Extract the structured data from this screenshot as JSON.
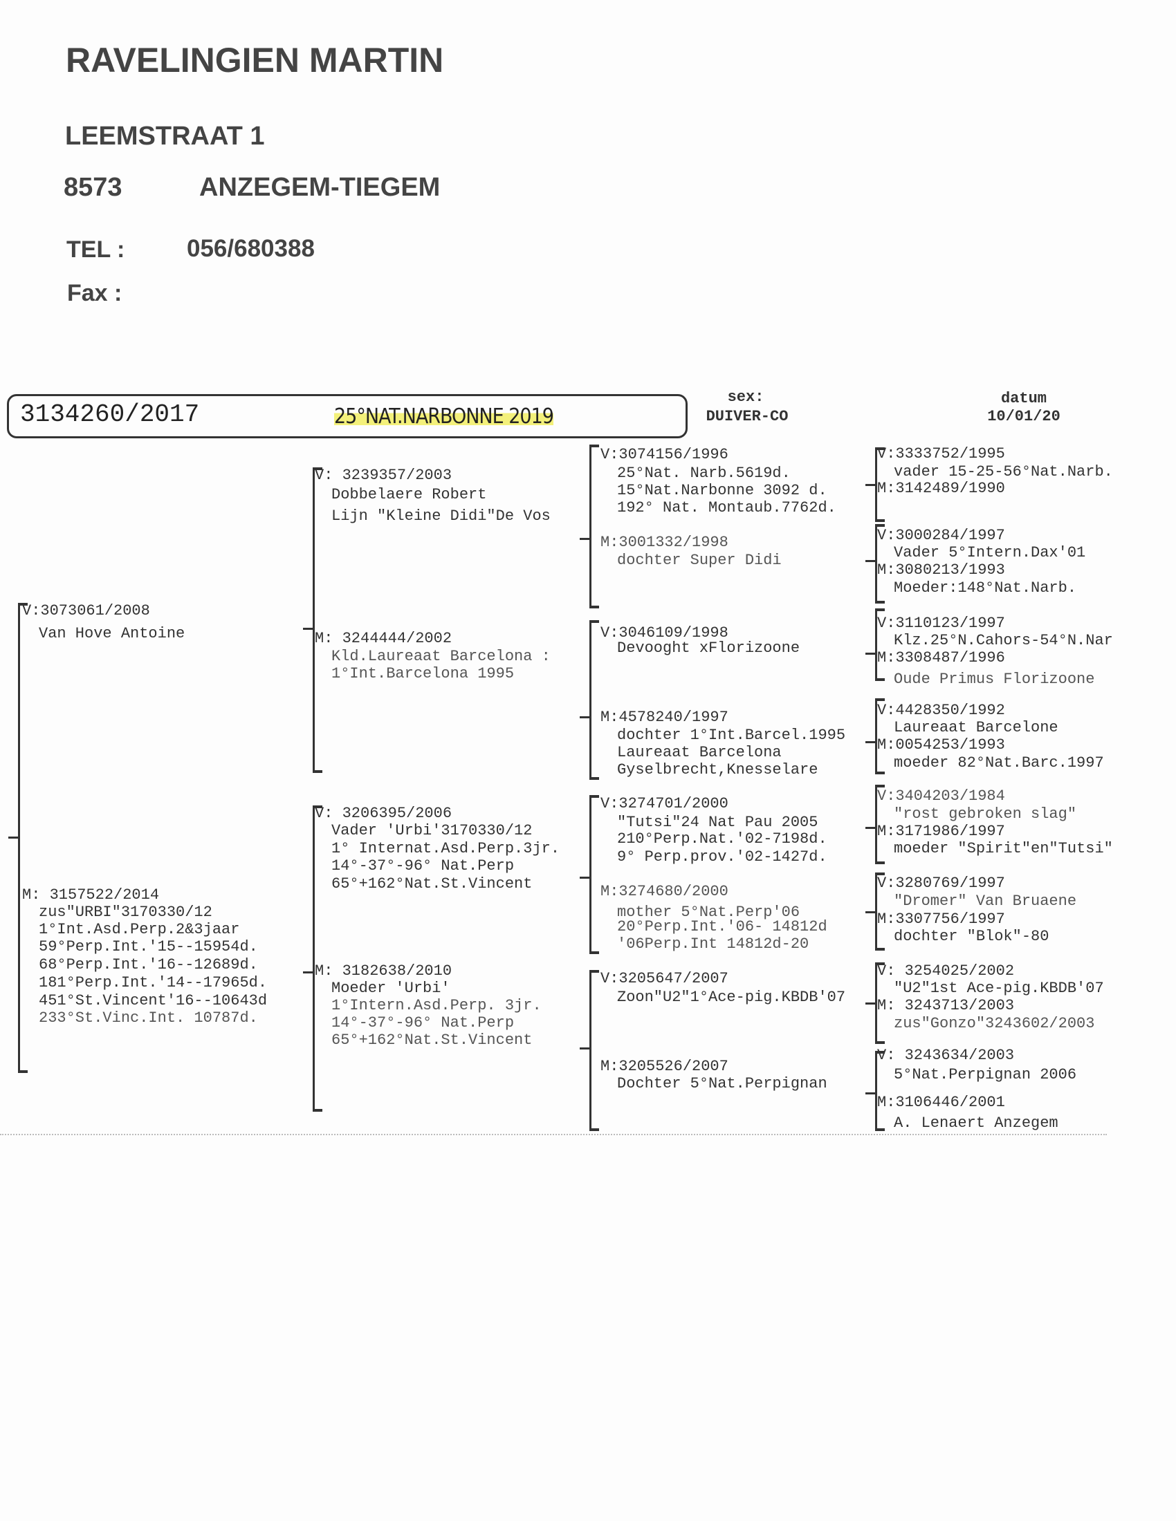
{
  "owner": {
    "name": "RAVELINGIEN MARTIN",
    "street": "LEEMSTRAAT 1",
    "postcode": "8573",
    "city": "ANZEGEM-TIEGEM",
    "tel_label": "TEL :",
    "tel": "056/680388",
    "fax_label": "Fax :"
  },
  "subject": {
    "ring": "3134260/2017",
    "note": "25°NAT.NARBONNE 2019",
    "sex_label": "sex:",
    "sex": "DUIVER-CO",
    "date_label": "datum",
    "date": "10/01/20"
  },
  "pedigree": {
    "c1v": [
      "V:3073061/2008",
      "Van Hove Antoine"
    ],
    "c1m": [
      "M: 3157522/2014",
      "zus\"URBI\"3170330/12",
      "1°Int.Asd.Perp.2&3jaar",
      "59°Perp.Int.'15--15954d.",
      "68°Perp.Int.'16--12689d.",
      "181°Perp.Int.'14--17965d.",
      "451°St.Vincent'16--10643d",
      "233°St.Vinc.Int. 10787d."
    ],
    "c2vv": [
      "V: 3239357/2003",
      "Dobbelaere Robert",
      "Lijn \"Kleine Didi\"De Vos"
    ],
    "c2vm": [
      "M: 3244444/2002",
      "Kld.Laureaat Barcelona :",
      "1°Int.Barcelona 1995"
    ],
    "c2mv": [
      "V: 3206395/2006",
      "Vader 'Urbi'3170330/12",
      "1° Internat.Asd.Perp.3jr.",
      "14°-37°-96° Nat.Perp",
      "65°+162°Nat.St.Vincent"
    ],
    "c2mm": [
      "M: 3182638/2010",
      "Moeder 'Urbi'",
      "1°Intern.Asd.Perp. 3jr.",
      "14°-37°-96° Nat.Perp",
      "65°+162°Nat.St.Vincent"
    ],
    "c3_1": [
      "V:3074156/1996",
      "25°Nat. Narb.5619d.",
      "15°Nat.Narbonne 3092 d.",
      "192° Nat. Montaub.7762d."
    ],
    "c3_2": [
      "M:3001332/1998",
      "dochter Super Didi"
    ],
    "c3_3": [
      "V:3046109/1998",
      "Devooght xFlorizoone"
    ],
    "c3_4": [
      "M:4578240/1997",
      "dochter 1°Int.Barcel.1995",
      "Laureaat Barcelona",
      "Gyselbrecht,Knesselare"
    ],
    "c3_5": [
      "V:3274701/2000",
      "\"Tutsi\"24 Nat Pau 2005",
      "210°Perp.Nat.'02-7198d.",
      "9° Perp.prov.'02-1427d."
    ],
    "c3_6": [
      "M:3274680/2000",
      "mother 5°Nat.Perp'06",
      "20°Perp.Int.'06- 14812d",
      "'06Perp.Int 14812d-20"
    ],
    "c3_7": [
      "V:3205647/2007",
      "Zoon\"U2\"1°Ace-pig.KBDB'07"
    ],
    "c3_8": [
      "M:3205526/2007",
      "Dochter 5°Nat.Perpignan"
    ],
    "c4_1": [
      "V:3333752/1995",
      "vader 15-25-56°Nat.Narb.",
      "M:3142489/1990"
    ],
    "c4_2": [
      "V:3000284/1997",
      "Vader 5°Intern.Dax'01",
      "M:3080213/1993",
      "Moeder:148°Nat.Narb."
    ],
    "c4_3": [
      "V:3110123/1997",
      "Klz.25°N.Cahors-54°N.Nar",
      "M:3308487/1996",
      "Oude Primus Florizoone"
    ],
    "c4_4": [
      "V:4428350/1992",
      "Laureaat Barcelone",
      "M:0054253/1993",
      "moeder 82°Nat.Barc.1997"
    ],
    "c4_5": [
      "V:3404203/1984",
      "\"rost gebroken slag\"",
      "M:3171986/1997",
      "moeder \"Spirit\"en\"Tutsi\""
    ],
    "c4_6": [
      "V:3280769/1997",
      "\"Dromer\" Van Bruaene",
      "M:3307756/1997",
      "dochter \"Blok\"-80"
    ],
    "c4_7": [
      "V: 3254025/2002",
      "\"U2\"1st Ace-pig.KBDB'07",
      "M: 3243713/2003",
      "zus\"Gonzo\"3243602/2003"
    ],
    "c4_8": [
      "V: 3243634/2003",
      "5°Nat.Perpignan 2006",
      "M:3106446/2001",
      "A. Lenaert Anzegem"
    ]
  }
}
